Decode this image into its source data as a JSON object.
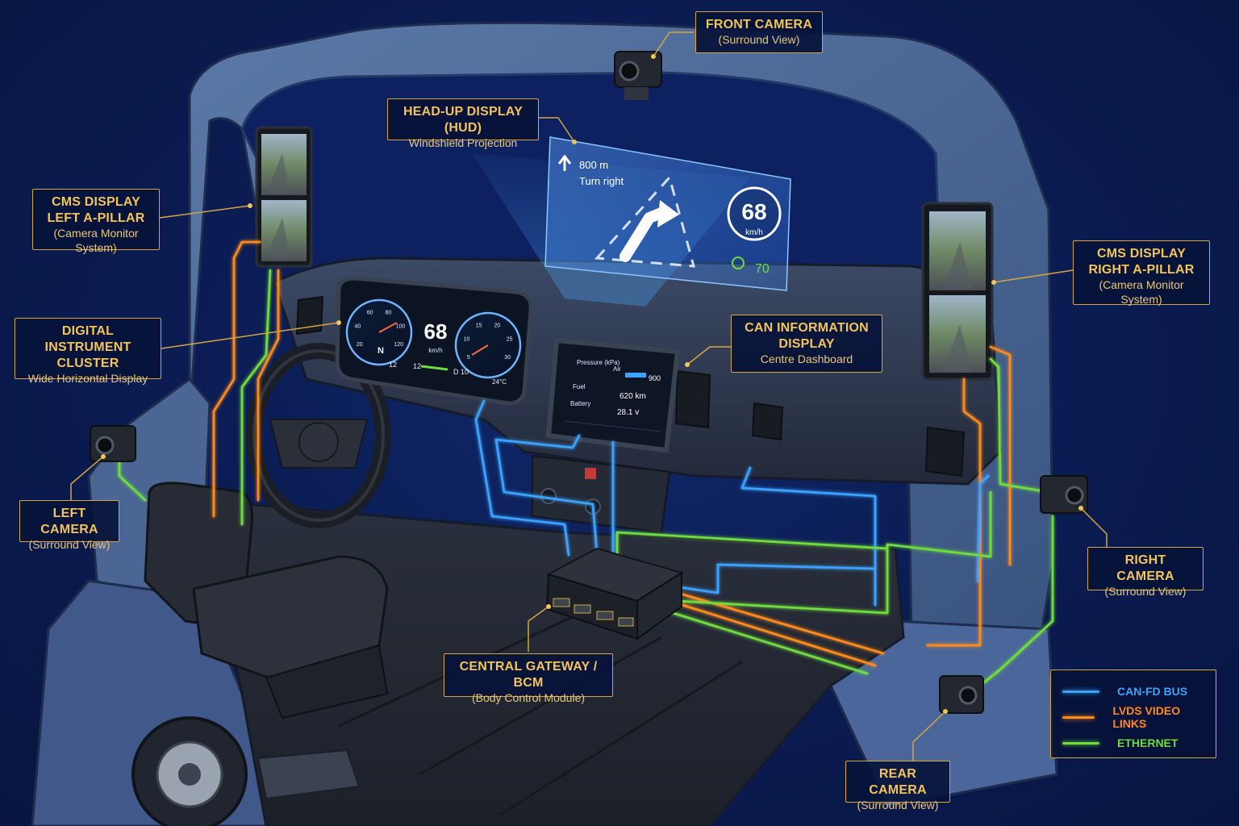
{
  "callouts": {
    "front_camera": {
      "title": "FRONT CAMERA",
      "sub": "(Surround View)"
    },
    "hud": {
      "title": "HEAD-UP DISPLAY (HUD)",
      "sub": "Windshield Projection"
    },
    "cms_left": {
      "title1": "CMS DISPLAY",
      "title2": "LEFT A-PILLAR",
      "sub": "(Camera Monitor System)"
    },
    "cms_right": {
      "title1": "CMS DISPLAY",
      "title2": "RIGHT A-PILLAR",
      "sub": "(Camera Monitor System)"
    },
    "cluster": {
      "title1": "DIGITAL INSTRUMENT",
      "title2": "CLUSTER",
      "sub": "Wide Horizontal Display"
    },
    "can_display": {
      "title1": "CAN INFORMATION",
      "title2": "DISPLAY",
      "sub": "Centre Dashboard"
    },
    "left_camera": {
      "title": "LEFT CAMERA",
      "sub": "(Surround View)"
    },
    "right_camera": {
      "title": "RIGHT CAMERA",
      "sub": "(Surround View)"
    },
    "gateway": {
      "title": "CENTRAL GATEWAY / BCM",
      "sub": "(Body Control Module)"
    },
    "rear_camera": {
      "title": "REAR CAMERA",
      "sub": "(Surround View)"
    }
  },
  "hud_content": {
    "distance": "800 m",
    "instruction": "Turn right",
    "speed": "68",
    "speed_unit": "km/h",
    "speed_limit": "70"
  },
  "cluster_content": {
    "speed": "68",
    "speed_unit": "km/h",
    "gear": "D 10",
    "compass": "N",
    "temp": "24°C",
    "left_ticks": [
      "20",
      "40",
      "60",
      "80",
      "100",
      "120"
    ],
    "right_ticks": [
      "5",
      "10",
      "15",
      "20",
      "25",
      "30"
    ],
    "odo_a": "12",
    "odo_b": "12"
  },
  "can_display_content": {
    "pressure_label": "Pressure (kPa)",
    "air_label": "Air",
    "air_value": "900",
    "fuel_label": "Fuel",
    "fuel_value": "620 km",
    "battery_label": "Battery",
    "battery_value": "28.1 v"
  },
  "legend": [
    {
      "label": "CAN-FD BUS",
      "color": "#3aa3ff"
    },
    {
      "label": "LVDS VIDEO LINKS",
      "color": "#ff8a1f"
    },
    {
      "label": "ETHERNET",
      "color": "#6fdc3c"
    }
  ],
  "colors": {
    "can": "#3aa3ff",
    "lvds": "#ff8a1f",
    "ethernet": "#6fdc3c",
    "callout_border": "#d6a640",
    "callout_text": "#f2c45a"
  }
}
